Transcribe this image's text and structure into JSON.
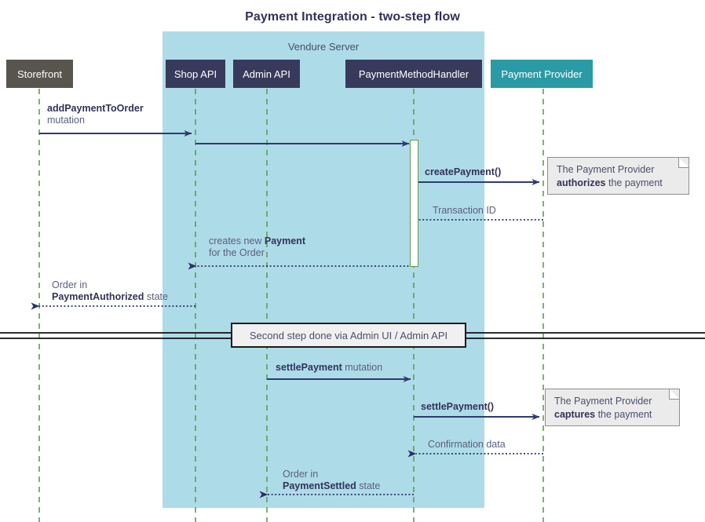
{
  "title": "Payment Integration - two-step flow",
  "group": {
    "label": "Vendure Server"
  },
  "participants": [
    {
      "name": "storefront",
      "label": "Storefront",
      "color": "#58544e"
    },
    {
      "name": "shop-api",
      "label": "Shop API",
      "color": "#383a5c"
    },
    {
      "name": "admin-api",
      "label": "Admin API",
      "color": "#383a5c"
    },
    {
      "name": "payment-method-handler",
      "label": "PaymentMethodHandler",
      "color": "#383a5c"
    },
    {
      "name": "payment-provider",
      "label": "Payment Provider",
      "color": "#2a9aa5"
    }
  ],
  "messages": [
    {
      "name": "add-payment-to-order",
      "bold": "addPaymentToOrder",
      "rest": "mutation"
    },
    {
      "name": "create-payment",
      "bold": "createPayment()",
      "rest": ""
    },
    {
      "name": "transaction-id",
      "bold": "",
      "rest": "Transaction ID"
    },
    {
      "name": "creates-new-payment",
      "line1_pre": "creates new ",
      "line1_bold": "Payment",
      "line2": "for the Order"
    },
    {
      "name": "order-payment-authorized",
      "line1": "Order in",
      "line2_bold": "PaymentAuthorized",
      "line2_rest": " state"
    },
    {
      "name": "settle-payment-mutation",
      "bold": "settlePayment",
      "rest": " mutation"
    },
    {
      "name": "settle-payment-call",
      "bold": "settlePayment()",
      "rest": ""
    },
    {
      "name": "confirmation-data",
      "bold": "",
      "rest": "Confirmation data"
    },
    {
      "name": "order-payment-settled",
      "line1": "Order in",
      "line2_bold": "PaymentSettled",
      "line2_rest": " state"
    }
  ],
  "notes": [
    {
      "name": "note-authorizes",
      "line1": "The Payment Provider",
      "line2_bold": "authorizes",
      "line2_rest": " the payment"
    },
    {
      "name": "note-captures",
      "line1": "The Payment Provider",
      "line2_bold": "captures",
      "line2_rest": " the payment"
    }
  ],
  "divider": {
    "label": "Second step done via Admin UI / Admin API"
  },
  "colors": {
    "group_bg": "#aedbe8",
    "participant_dark": "#383a5c",
    "participant_gray": "#58544e",
    "participant_teal": "#2a9aa5",
    "arrow": "#2f3b6e",
    "lifeline": "#5f9e4a",
    "note_bg": "#ebebeb",
    "text": "#4a4e6d"
  }
}
